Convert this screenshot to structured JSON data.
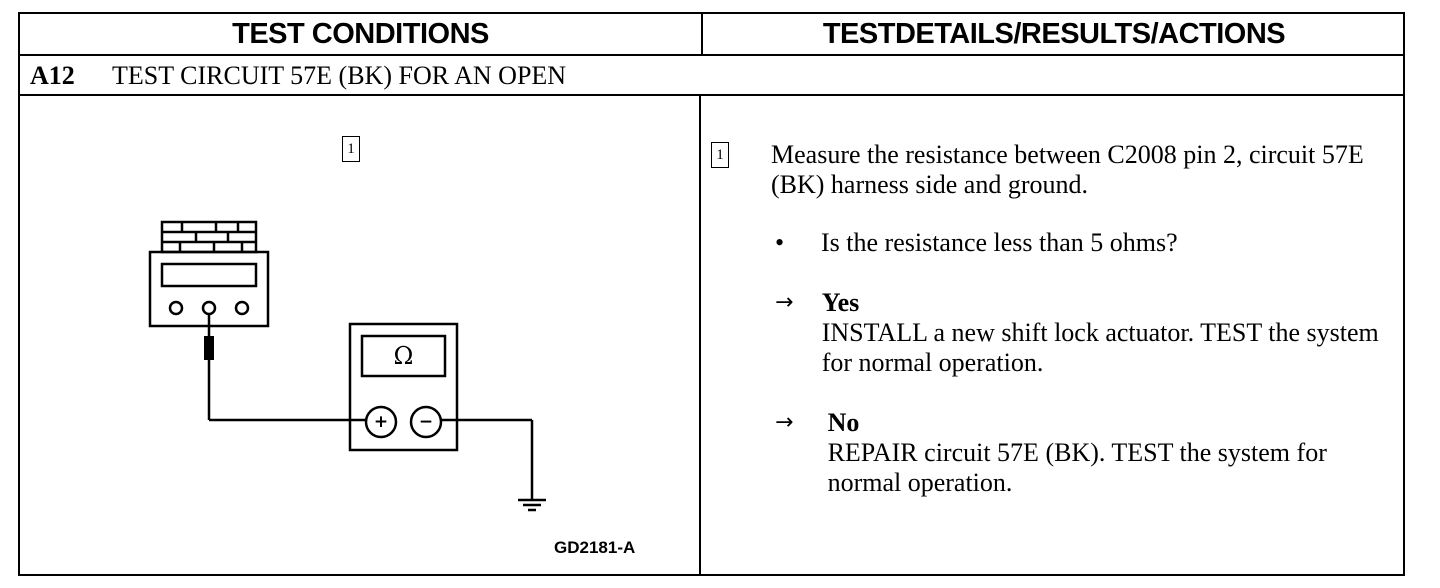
{
  "table": {
    "col_left_header": "TEST CONDITIONS",
    "col_right_header": "TESTDETAILS/RESULTS/ACTIONS"
  },
  "step": {
    "id": "A12",
    "title": "TEST CIRCUIT 57E (BK) FOR AN OPEN"
  },
  "diagram": {
    "step_marker": "1",
    "meter_symbol": "Ω",
    "plus_symbol": "+",
    "minus_symbol": "−",
    "figure_code": "GD2181-A"
  },
  "details": {
    "step_marker": "1",
    "instruction": "Measure the resistance between C2008 pin 2, circuit 57E (BK) harness side and ground.",
    "bullet": "•",
    "question": "Is the resistance less than 5 ohms?",
    "arrow": "→",
    "yes_label": "Yes",
    "yes_action": "INSTALL a new shift lock actuator. TEST the system for normal operation.",
    "no_label": "No",
    "no_action": "REPAIR circuit 57E (BK). TEST the system for normal operation."
  }
}
